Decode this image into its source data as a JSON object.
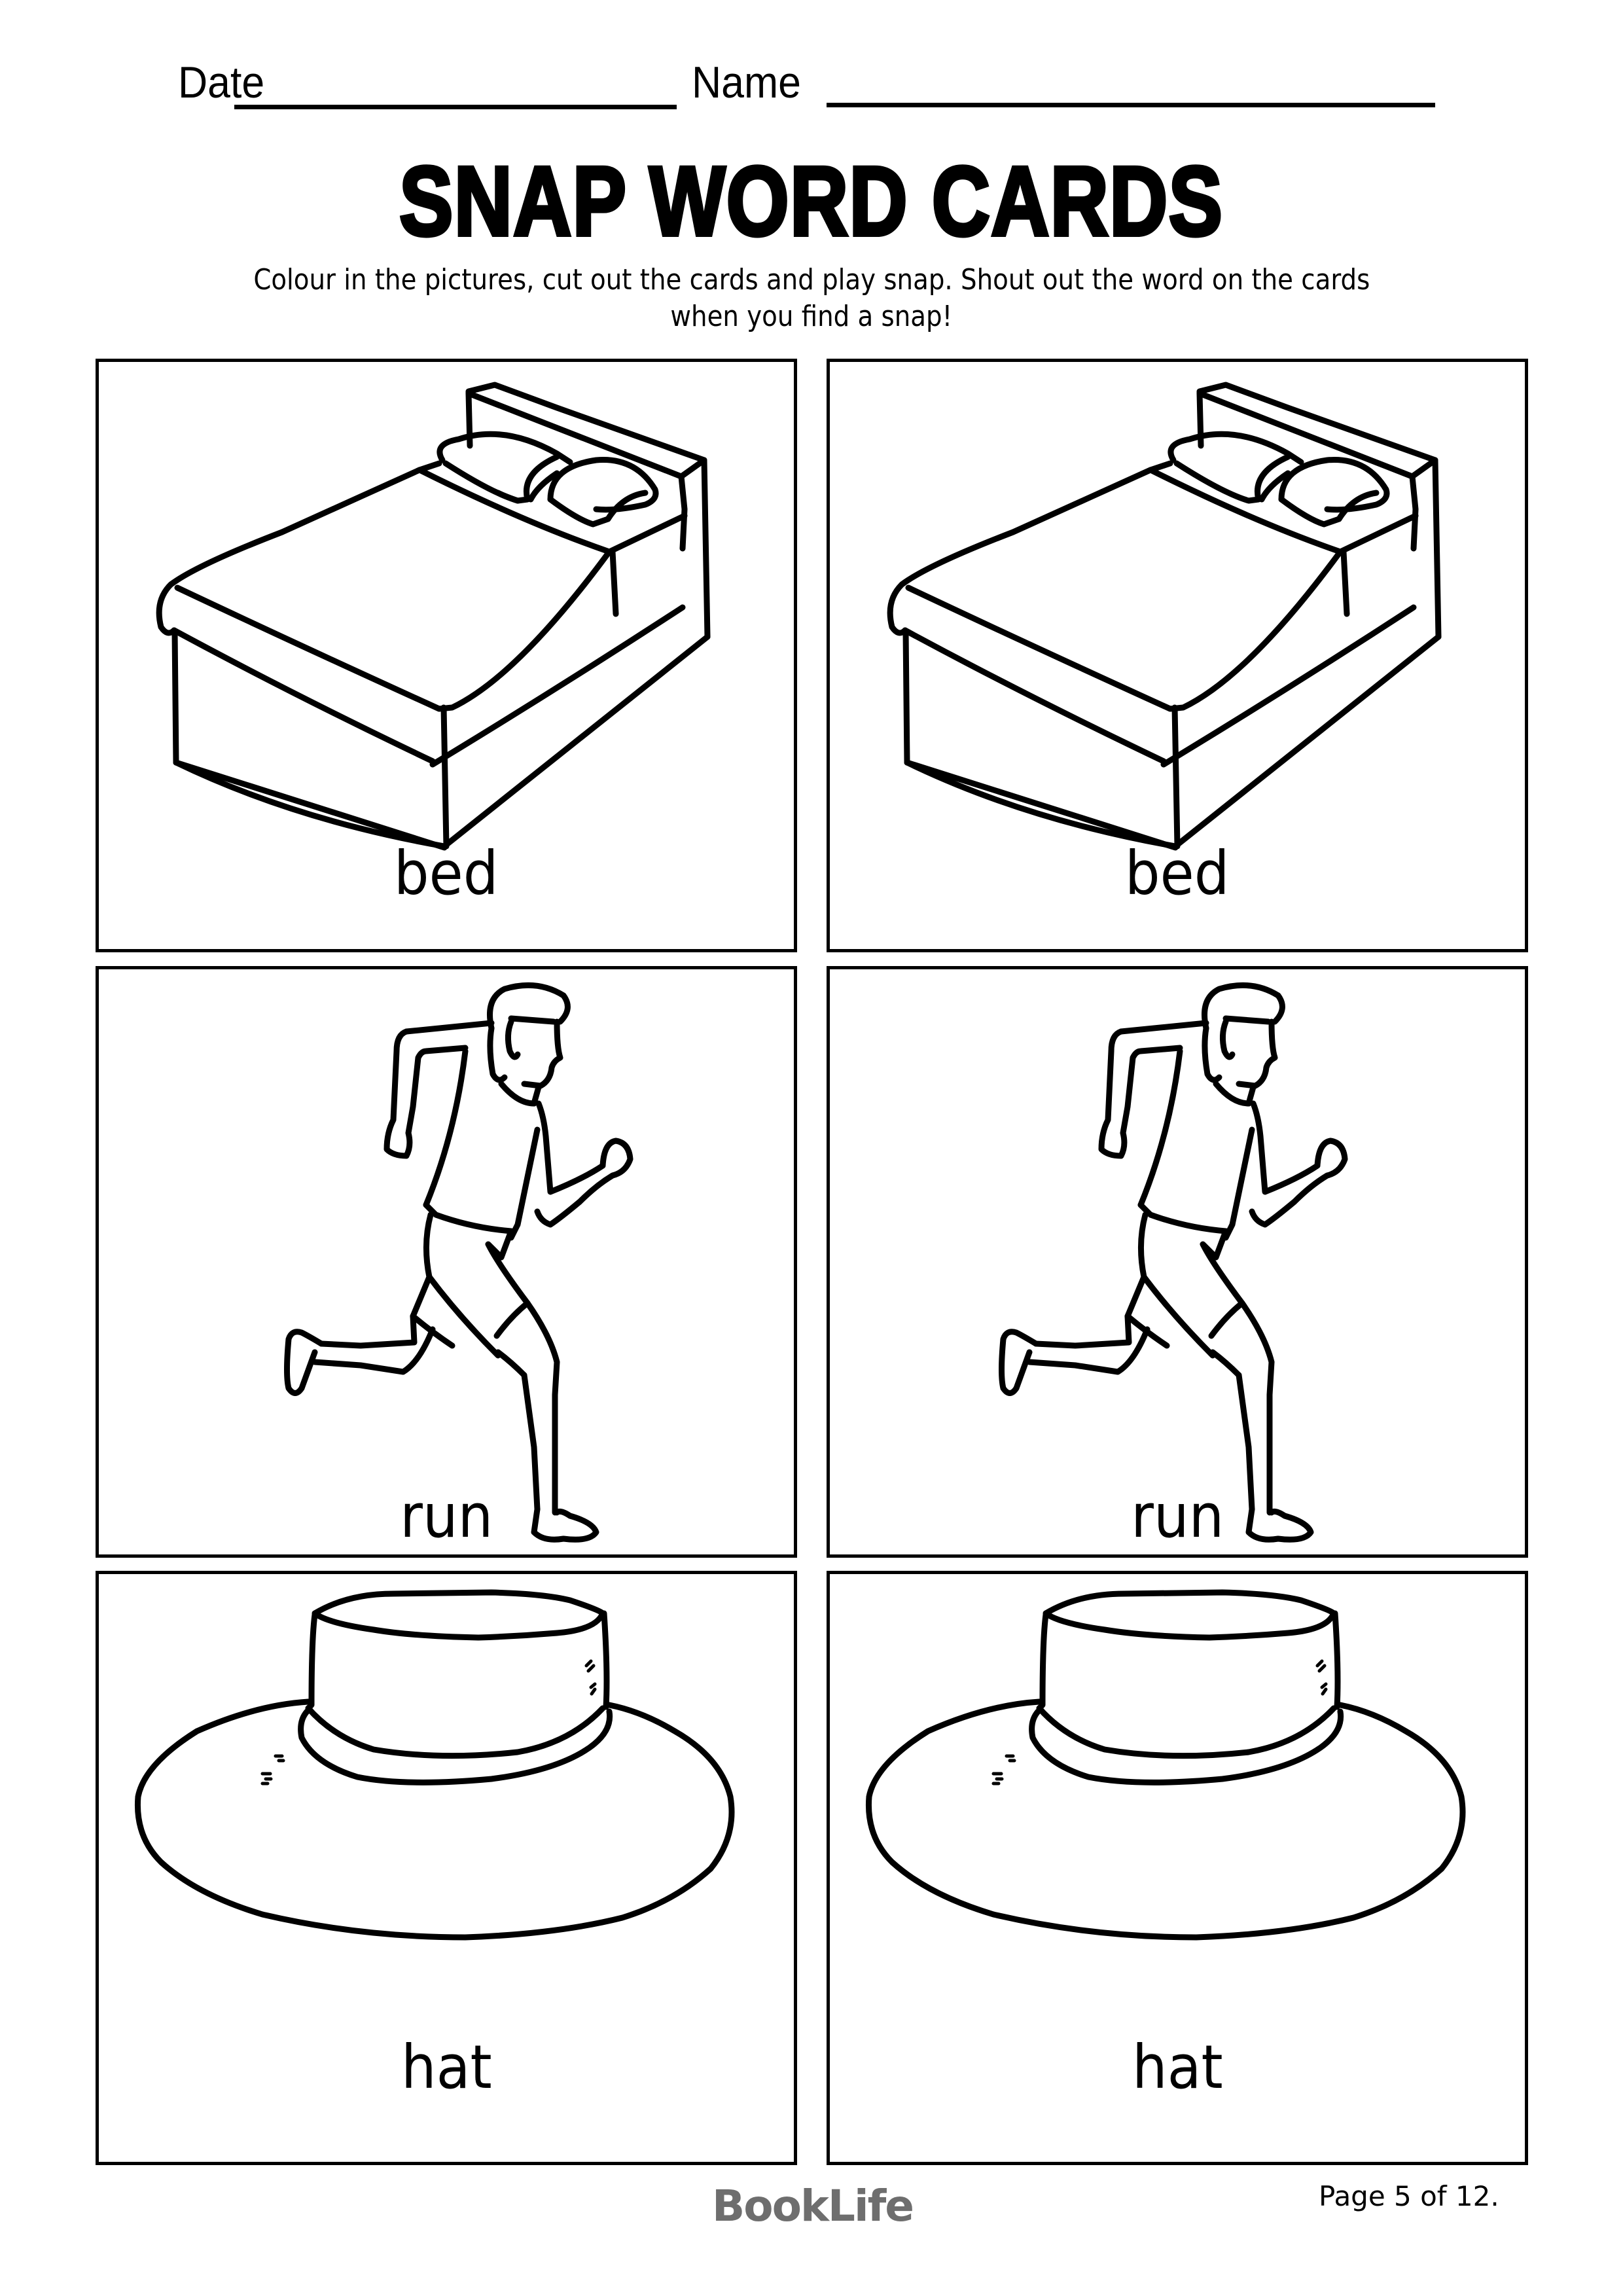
{
  "header": {
    "date_label": "Date",
    "name_label": "Name",
    "date_value": "",
    "name_value": ""
  },
  "title": "SNAP WORD CARDS",
  "instructions": {
    "line1": "Colour in the pictures, cut out the cards and play snap. Shout out the word on the cards",
    "line2": "when you find a snap!"
  },
  "cards": [
    {
      "word": "bed",
      "icon": "bed-icon"
    },
    {
      "word": "bed",
      "icon": "bed-icon"
    },
    {
      "word": "run",
      "icon": "running-person-icon"
    },
    {
      "word": "run",
      "icon": "running-person-icon"
    },
    {
      "word": "hat",
      "icon": "hat-icon"
    },
    {
      "word": "hat",
      "icon": "hat-icon"
    }
  ],
  "footer": {
    "brand": "BookLife",
    "page_text": "Page 5 of 12.",
    "brand_color": "#6e6e6e"
  }
}
